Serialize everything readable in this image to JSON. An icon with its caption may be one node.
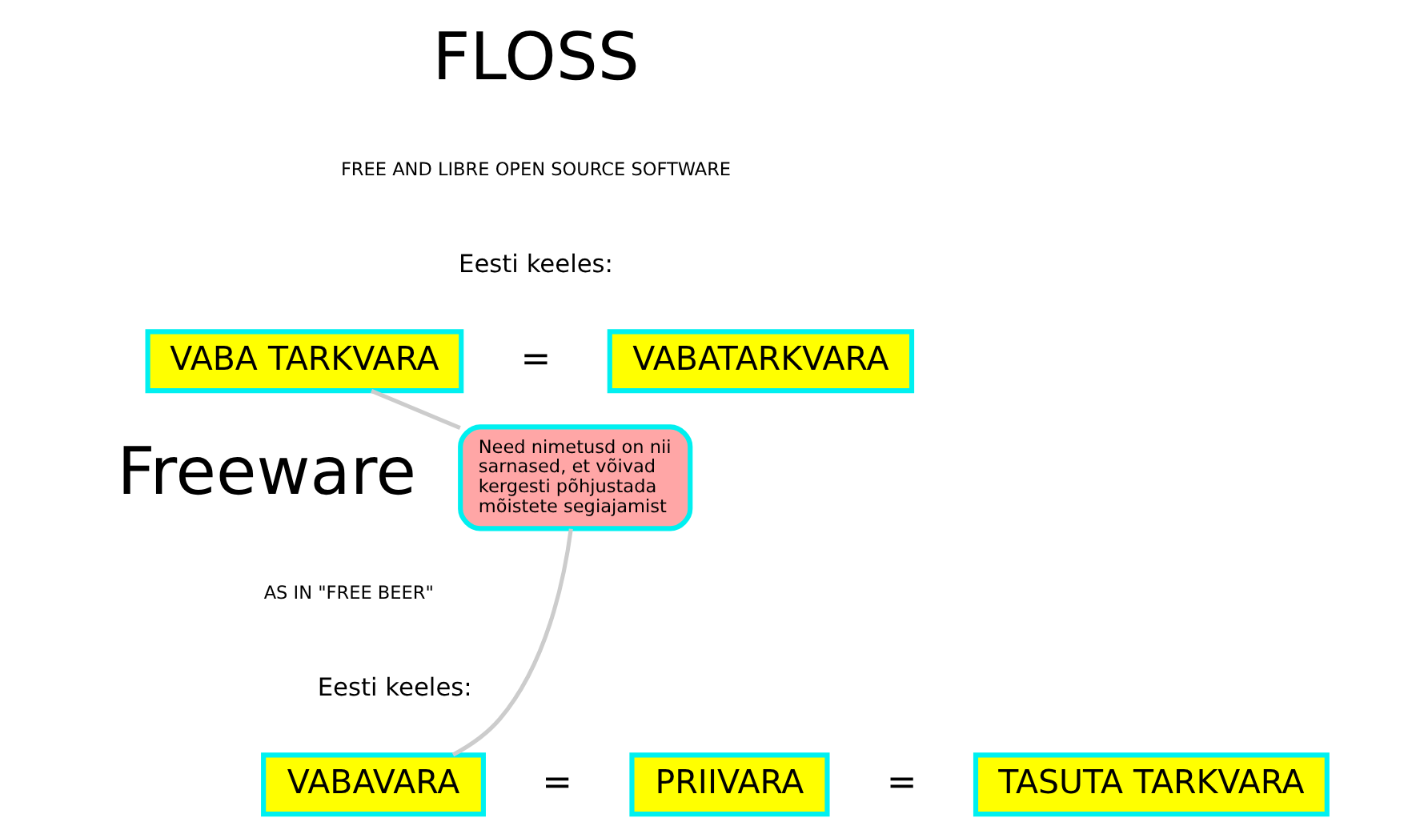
{
  "diagram": {
    "nodes": [
      {
        "text": [
          "VABA TARKVARA"
        ]
      },
      {
        "text": [
          "VABATARKVARA"
        ]
      },
      {
        "text": [
          "Need nimetusd on nii sarnased, et võivad kergesti põhjustada mõistete segiajamist"
        ]
      },
      {
        "text": [
          "VABAVARA"
        ]
      },
      {
        "text": [
          "PRIIVARA"
        ]
      },
      {
        "text": [
          "TASUTA TARKVARA"
        ]
      }
    ],
    "edges": [
      {
        "from": 0,
        "to": 2,
        "arrow": "none"
      },
      {
        "from": 2,
        "to": 3,
        "arrow": "none"
      }
    ],
    "labels": [
      "FLOSS",
      "FREE AND LIBRE OPEN SOURCE SOFTWARE",
      "Eesti keeles:",
      "=",
      "Freeware",
      "AS IN \"FREE BEER\"",
      "Eesti keeles:",
      "=",
      "="
    ]
  }
}
